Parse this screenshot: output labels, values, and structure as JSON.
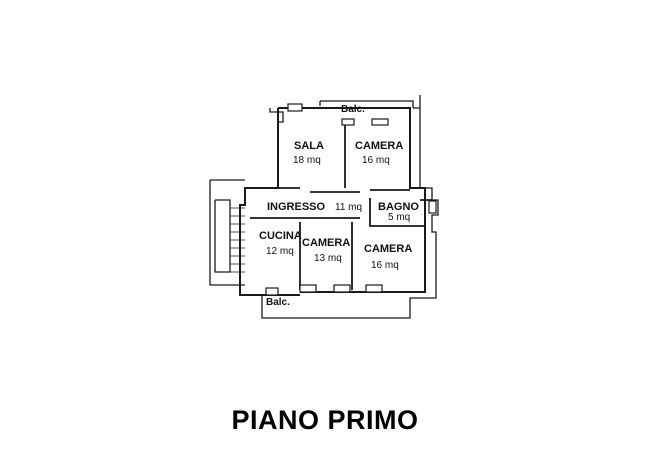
{
  "rooms": [
    {
      "name": "SALA",
      "area": "18 mq"
    },
    {
      "name": "CAMERA",
      "area": "16 mq"
    },
    {
      "name": "INGRESSO",
      "area": "11 mq"
    },
    {
      "name": "BAGNO",
      "area": "5 mq"
    },
    {
      "name": "CUCINA",
      "area": "12 mq"
    },
    {
      "name": "CAMERA",
      "area": "13 mq"
    },
    {
      "name": "CAMERA",
      "area": "16 mq"
    }
  ],
  "balconies": [
    "Balc.",
    "Balc."
  ],
  "floor_title": "PIANO PRIMO"
}
